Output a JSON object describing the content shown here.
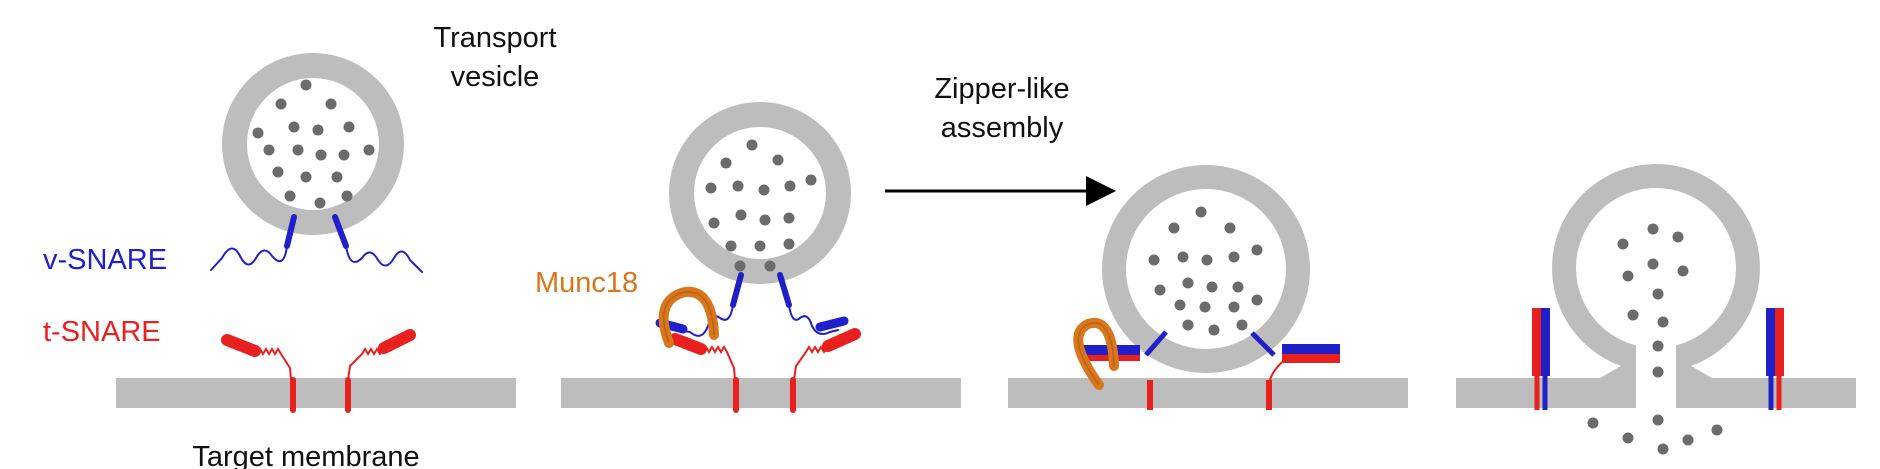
{
  "labels": {
    "transport_vesicle_line1": "Transport",
    "transport_vesicle_line2": "vesicle",
    "v_snare": "v-SNARE",
    "t_snare": "t-SNARE",
    "target_membrane": "Target membrane",
    "munc18": "Munc18",
    "zipper_line1": "Zipper-like",
    "zipper_line2": "assembly"
  },
  "colors": {
    "membrane": "#bdbdbd",
    "cargo": "#6b6b6b",
    "v_snare": "#2020c8",
    "t_snare": "#e8211f",
    "munc18": "#d9761c",
    "text": "#111111"
  },
  "stages": [
    {
      "name": "unbound",
      "icons": [
        "transport-vesicle",
        "v-snare",
        "t-snare",
        "target-membrane"
      ]
    },
    {
      "name": "munc18-priming",
      "icons": [
        "transport-vesicle",
        "v-snare",
        "t-snare",
        "munc18",
        "target-membrane"
      ]
    },
    {
      "name": "zipper-assembly",
      "icons": [
        "transport-vesicle",
        "snare-complex",
        "munc18",
        "target-membrane"
      ]
    },
    {
      "name": "fusion-pore",
      "icons": [
        "fused-vesicle",
        "snare-complex",
        "released-cargo",
        "target-membrane"
      ]
    }
  ]
}
